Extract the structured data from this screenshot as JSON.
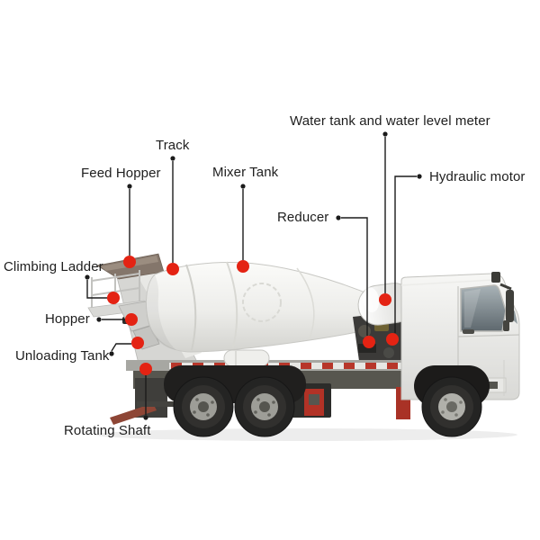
{
  "diagram": {
    "subject": "Concrete mixer truck annotated parts diagram",
    "background_color": "#ffffff",
    "label_text_color": "#1e1e1e",
    "leader_line_color": "#1b1b1b",
    "marker_dot_color": "#e42313",
    "truck_body_color": "#f2f2ef",
    "chassis_accent_color": "#b23226",
    "tire_color": "#242423"
  },
  "labels": {
    "water_tank": "Water tank and water level meter",
    "track": "Track",
    "feed_hopper": "Feed Hopper",
    "mixer_tank": "Mixer Tank",
    "hydraulic_motor": "Hydraulic motor",
    "reducer": "Reducer",
    "climbing_ladder": "Climbing Ladder",
    "hopper": "Hopper",
    "unloading_tank": "Unloading Tank",
    "rotating_shaft": "Rotating Shaft"
  }
}
